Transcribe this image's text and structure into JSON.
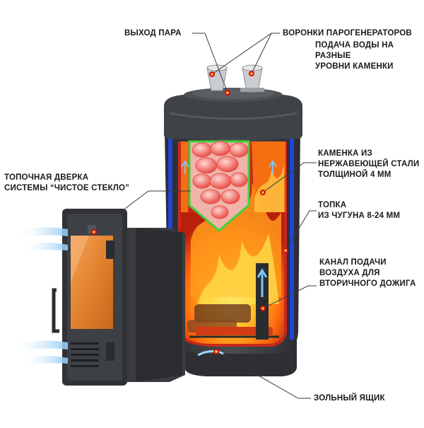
{
  "labels": {
    "steam_outlet": [
      "ВЫХОД ПАРА"
    ],
    "steam_funnels": [
      "ВОРОНКИ ПАРОГЕНЕРАТОРОВ"
    ],
    "water_supply": [
      "ПОДАЧА ВОДЫ НА",
      "РАЗНЫЕ",
      "УРОВНИ КАМЕНКИ"
    ],
    "firebox_door": [
      "ТОПОЧНАЯ ДВЕРКА",
      "СИСТЕМЫ “ЧИСТОЕ СТЕКЛО”"
    ],
    "stone_box": [
      "КАМЕНКА ИЗ",
      "НЕРЖАВЕЮЩЕЙ СТАЛИ",
      "ТОЛЩИНОЙ 4 ММ"
    ],
    "firebox": [
      "ТОПКА",
      "ИЗ ЧУГУНА 8-24 ММ"
    ],
    "air_channel": [
      "КАНАЛ ПОДАЧИ",
      "ВОЗДУХА ДЛЯ",
      "ВТОРИЧНОГО ДОЖИГА"
    ],
    "ash_box": [
      "ЗОЛЬНЫЙ ЯЩИК"
    ]
  },
  "colors": {
    "leader_line": "#3a3a3a",
    "marker_red": "#d4101a",
    "marker_yellow": "#ffd21a",
    "cast_iron": "#3b3d41",
    "steel_blue": "#1f46d8",
    "stone_box_outline": "#3fd33a",
    "flame_orange": "#ff7a10",
    "glass_amber": "#e8862e",
    "air_flow": "#9fd3f5"
  }
}
